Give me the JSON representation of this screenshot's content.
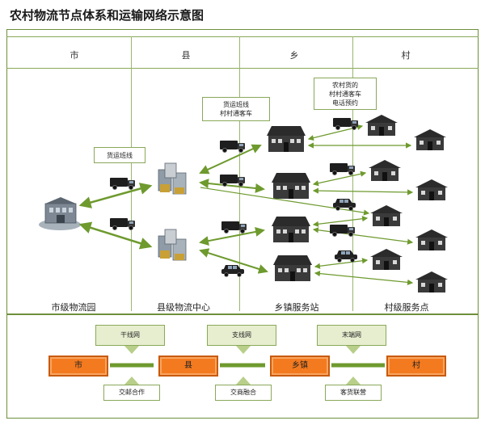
{
  "title": "农村物流节点体系和运输网络示意图",
  "columns": [
    "市",
    "县",
    "乡",
    "村"
  ],
  "bottom_labels": {
    "city": "市级物流园",
    "county": "县级物流中心",
    "town": "乡镇服务站",
    "village": "村级服务点"
  },
  "notes": {
    "freight1": "货运班线",
    "freight2": "货运班线\n村村通客车",
    "rural": "农村货的\n村村通客车\n电话预约"
  },
  "flow": {
    "nodes": [
      "市",
      "县",
      "乡镇",
      "村"
    ],
    "networks": [
      "干线网",
      "支线网",
      "末端网"
    ],
    "modes": [
      "交邮合作",
      "交商融合",
      "客货联营"
    ]
  },
  "colors": {
    "accent": "#6e9a2e",
    "node_orange": "#f47a1f",
    "frame_green": "#8aa85a"
  }
}
